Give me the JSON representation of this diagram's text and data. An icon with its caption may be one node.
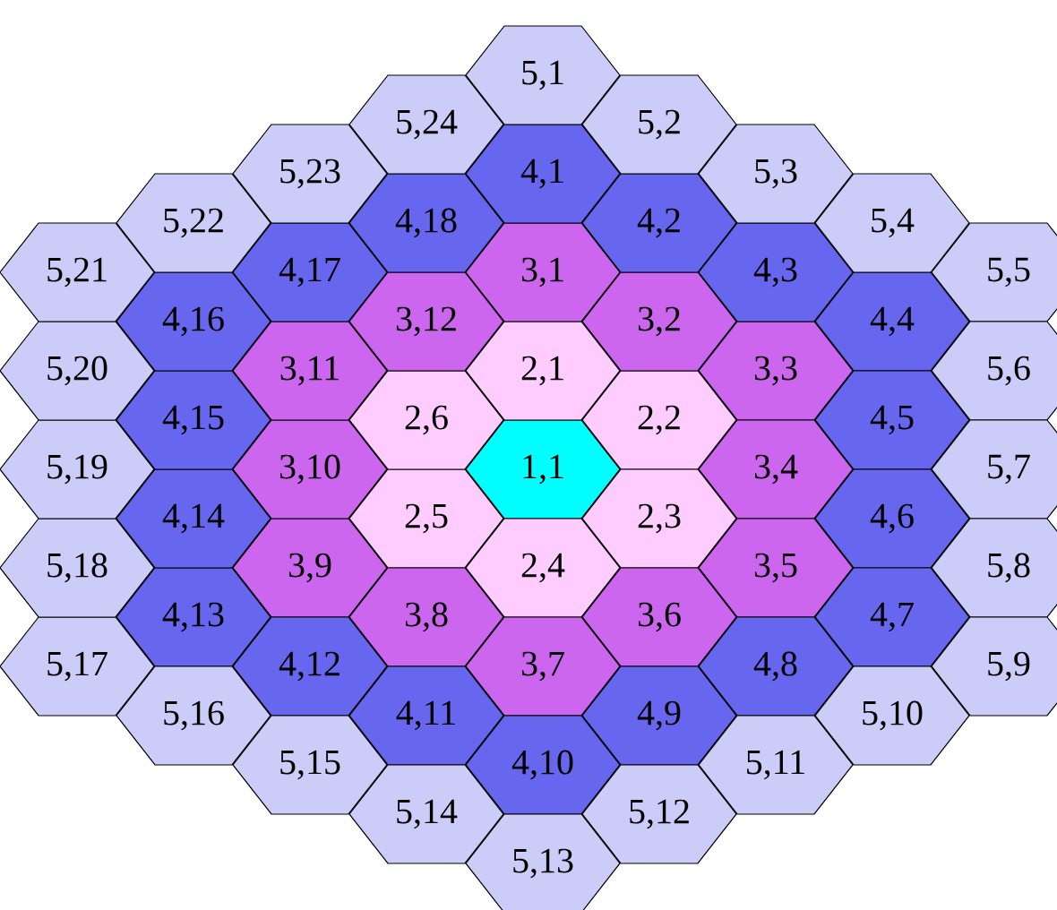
{
  "diagram": {
    "nodes": [
      {
        "text": [
          "1,1"
        ]
      },
      {
        "text": [
          "2,1"
        ]
      },
      {
        "text": [
          "2,2"
        ]
      },
      {
        "text": [
          "2,3"
        ]
      },
      {
        "text": [
          "2,4"
        ]
      },
      {
        "text": [
          "2,5"
        ]
      },
      {
        "text": [
          "2,6"
        ]
      },
      {
        "text": [
          "3,1"
        ]
      },
      {
        "text": [
          "3,2"
        ]
      },
      {
        "text": [
          "3,3"
        ]
      },
      {
        "text": [
          "3,4"
        ]
      },
      {
        "text": [
          "3,5"
        ]
      },
      {
        "text": [
          "3,6"
        ]
      },
      {
        "text": [
          "3,7"
        ]
      },
      {
        "text": [
          "3,8"
        ]
      },
      {
        "text": [
          "3,9"
        ]
      },
      {
        "text": [
          "3,10"
        ]
      },
      {
        "text": [
          "3,11"
        ]
      },
      {
        "text": [
          "3,12"
        ]
      },
      {
        "text": [
          "4,1"
        ]
      },
      {
        "text": [
          "4,2"
        ]
      },
      {
        "text": [
          "4,3"
        ]
      },
      {
        "text": [
          "4,4"
        ]
      },
      {
        "text": [
          "4,5"
        ]
      },
      {
        "text": [
          "4,6"
        ]
      },
      {
        "text": [
          "4,7"
        ]
      },
      {
        "text": [
          "4,8"
        ]
      },
      {
        "text": [
          "4,9"
        ]
      },
      {
        "text": [
          "4,10"
        ]
      },
      {
        "text": [
          "4,11"
        ]
      },
      {
        "text": [
          "4,12"
        ]
      },
      {
        "text": [
          "4,13"
        ]
      },
      {
        "text": [
          "4,14"
        ]
      },
      {
        "text": [
          "4,15"
        ]
      },
      {
        "text": [
          "4,16"
        ]
      },
      {
        "text": [
          "4,17"
        ]
      },
      {
        "text": [
          "4,18"
        ]
      },
      {
        "text": [
          "5,1"
        ]
      },
      {
        "text": [
          "5,2"
        ]
      },
      {
        "text": [
          "5,3"
        ]
      },
      {
        "text": [
          "5,4"
        ]
      },
      {
        "text": [
          "5,5"
        ]
      },
      {
        "text": [
          "5,6"
        ]
      },
      {
        "text": [
          "5,7"
        ]
      },
      {
        "text": [
          "5,8"
        ]
      },
      {
        "text": [
          "5,9"
        ]
      },
      {
        "text": [
          "5,10"
        ]
      },
      {
        "text": [
          "5,11"
        ]
      },
      {
        "text": [
          "5,12"
        ]
      },
      {
        "text": [
          "5,13"
        ]
      },
      {
        "text": [
          "5,14"
        ]
      },
      {
        "text": [
          "5,15"
        ]
      },
      {
        "text": [
          "5,16"
        ]
      },
      {
        "text": [
          "5,17"
        ]
      },
      {
        "text": [
          "5,18"
        ]
      },
      {
        "text": [
          "5,19"
        ]
      },
      {
        "text": [
          "5,20"
        ]
      },
      {
        "text": [
          "5,21"
        ]
      },
      {
        "text": [
          "5,22"
        ]
      },
      {
        "text": [
          "5,23"
        ]
      },
      {
        "text": [
          "5,24"
        ]
      }
    ]
  }
}
